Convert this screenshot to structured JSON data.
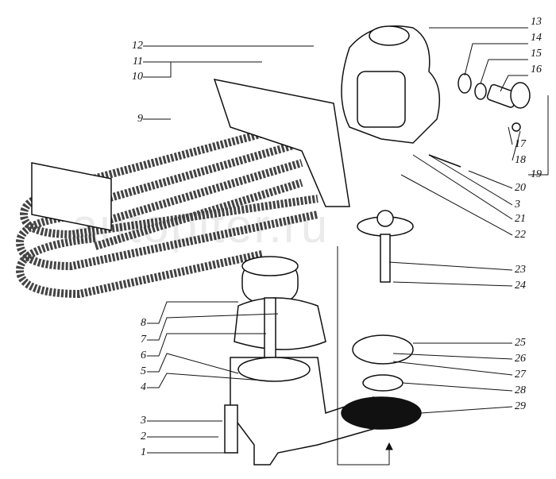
{
  "labels_left": [
    "12",
    "11",
    "10",
    "9",
    "8",
    "7",
    "6",
    "5",
    "4",
    "3",
    "2",
    "1"
  ],
  "labels_right": [
    "13",
    "14",
    "15",
    "16",
    "17",
    "18",
    "19",
    "20",
    "3",
    "21",
    "22",
    "23",
    "24",
    "25",
    "26",
    "27",
    "28",
    "29"
  ],
  "watermark": "autopiter.ru"
}
